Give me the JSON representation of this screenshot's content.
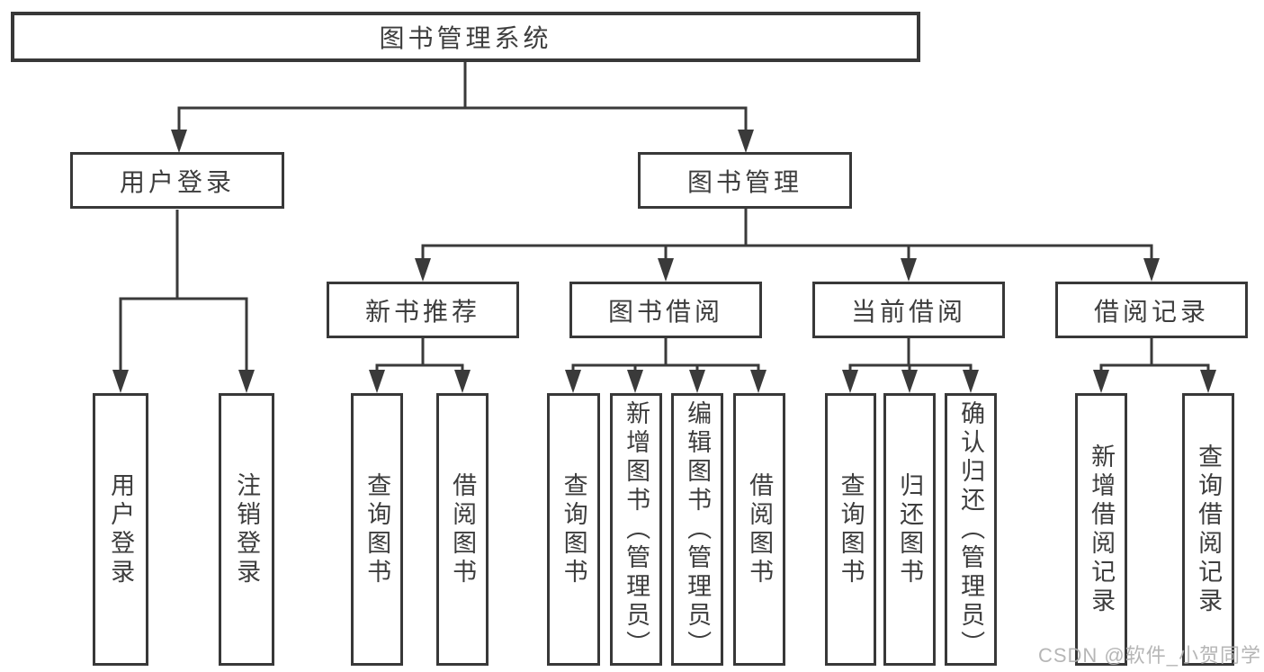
{
  "diagram_title": "图书管理系统",
  "colors": {
    "line": "#3a3a3a",
    "box_border": "#383838",
    "text": "#3d3d3d",
    "watermark": "#b0b0b0"
  },
  "tree": {
    "label": "图书管理系统",
    "children": [
      {
        "label": "用户登录",
        "children": [
          {
            "label": "用户登录"
          },
          {
            "label": "注销登录"
          }
        ]
      },
      {
        "label": "图书管理",
        "children": [
          {
            "label": "新书推荐",
            "children": [
              {
                "label": "查询图书"
              },
              {
                "label": "借阅图书"
              }
            ]
          },
          {
            "label": "图书借阅",
            "children": [
              {
                "label": "查询图书"
              },
              {
                "label": "新增图书（管理员）"
              },
              {
                "label": "编辑图书（管理员）"
              },
              {
                "label": "借阅图书"
              }
            ]
          },
          {
            "label": "当前借阅",
            "children": [
              {
                "label": "查询图书"
              },
              {
                "label": "归还图书"
              },
              {
                "label": "确认归还（管理员）"
              }
            ]
          },
          {
            "label": "借阅记录",
            "children": [
              {
                "label": "新增借阅记录"
              },
              {
                "label": "查询借阅记录"
              }
            ]
          }
        ]
      }
    ]
  },
  "watermark": {
    "text": "CSDN @软件_小贺同学"
  }
}
